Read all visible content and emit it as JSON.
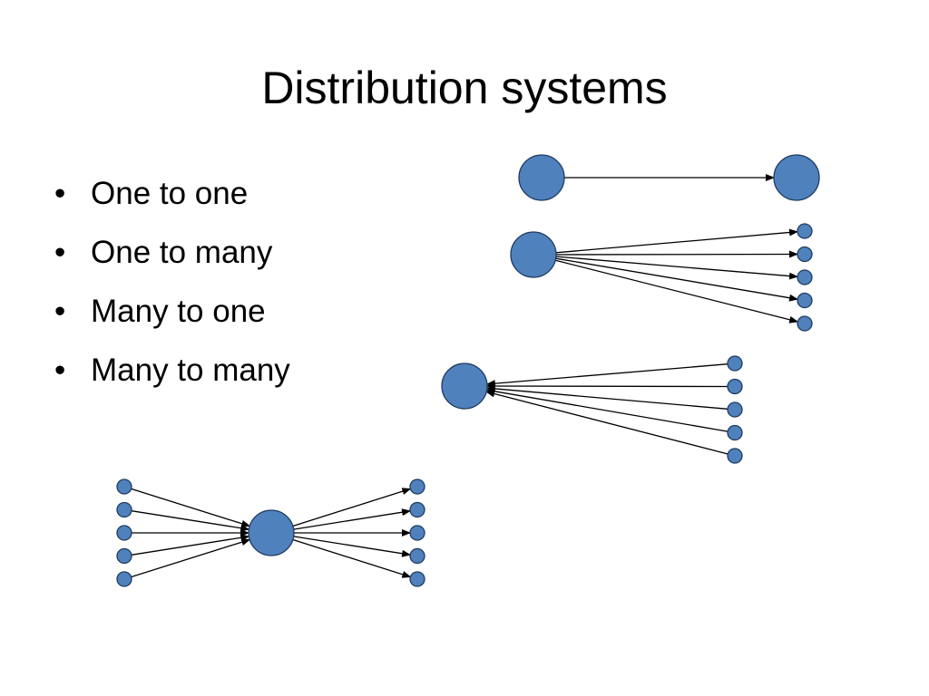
{
  "slide": {
    "title": "Distribution systems",
    "bullets": [
      {
        "label": "One to one"
      },
      {
        "label": "One to many"
      },
      {
        "label": "Many to one"
      },
      {
        "label": "Many to many"
      }
    ]
  },
  "diagram": {
    "node_color": "#4f81bd",
    "node_outline_color": "#1f3b5e",
    "edge_color": "#000000",
    "patterns": [
      {
        "type": "one-to-one",
        "sources": 1,
        "targets": 1
      },
      {
        "type": "one-to-many",
        "sources": 1,
        "targets": 5
      },
      {
        "type": "many-to-one",
        "sources": 5,
        "targets": 1
      },
      {
        "type": "many-to-many",
        "sources": 5,
        "hubs": 1,
        "targets": 5
      }
    ]
  }
}
